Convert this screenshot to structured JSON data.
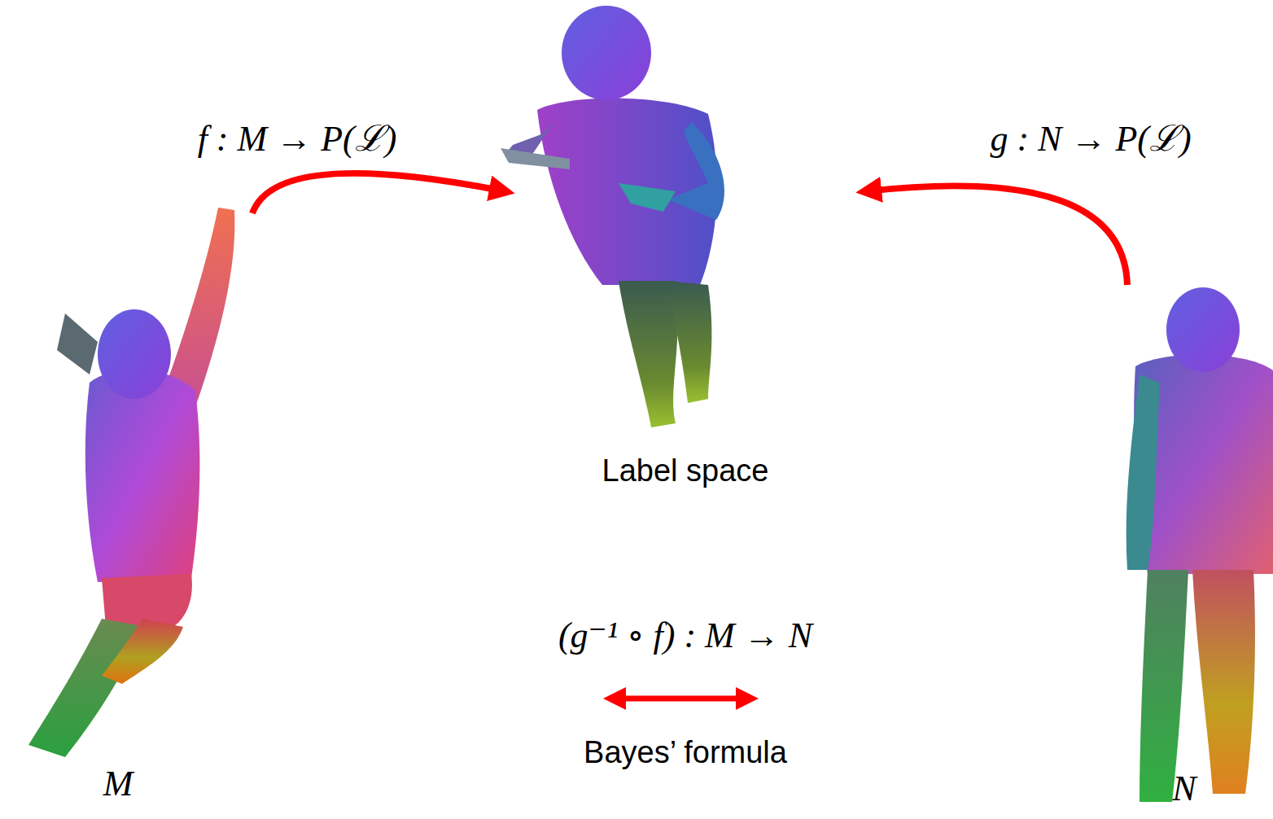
{
  "diagram": {
    "nodes": [
      {
        "text": [
          "M"
        ]
      },
      {
        "text": [
          "Label space"
        ]
      },
      {
        "text": [
          "N"
        ]
      }
    ],
    "edges": [
      {
        "from": 0,
        "to": 1,
        "arrow": "to",
        "label": "f : M → P(ℒ)"
      },
      {
        "from": 2,
        "to": 1,
        "arrow": "to",
        "label": "g : N → P(ℒ)"
      }
    ],
    "labels": [
      "(g⁻¹ ∘ f) : M → N",
      "Bayes’ formula"
    ]
  }
}
